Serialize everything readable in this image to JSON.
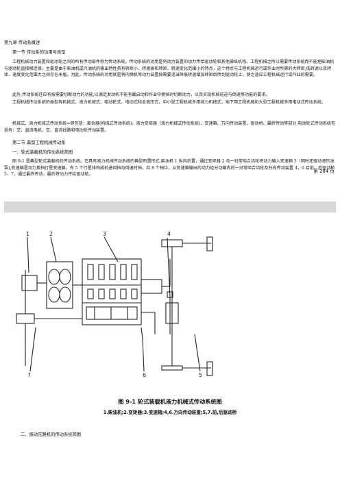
{
  "chapter_title": "第九章 传动系概述",
  "section1_title": "第一节 传动系的功用与类型",
  "para1": "工程机械动力装置和驱动轮之间的所有传动部件称为传动系统，传动系统的功用是将动力装置的动力传给驱动轮和其他操纵机构。工程机械之所以需要传动系统而不能把柴油机与驱动轮直接相连接，主要是由于柴油机或汽油机的输出特性具有转矩小、转速高和转矩、转速变化范围小的特点，这个特点与工程机械运行或作业时所需的大转矩,低转速以及转矩、速度变化范围大之间存在矛盾。为此，传动系统的功用就是将内燃机等动力装置按需要适当降低转速增加转矩后传到驱动轮上，使之适应工程机械运行或作业的需要。",
  "para2": "此外,传动系统还应有按需要切断动力的功能,以满足发动机不能有载启动和作业中换挡时切断动力，以及实现机械前进与倒退等功能的要求。",
  "para3": "工程机械传动系统的类型有机械式、液力机械式、电动轮式、电动式和全液压式，中小型工程机械多用液力机械式，地下用工程机械和大型工程机械多用电动式传动系统。",
  "para4": "机械式、液力机械式传动系统≈即包括：离合器(机械式传动系统)、液力变矩器（液力机械式传动系统)、变速箱、万向传动装置、驱动桥、最终传动等部分,电动轮式传动系统包括有：交、直流电机，交、直流线路和电动轮传动装置。",
  "section2_title": "第二节 典型工程机械传动系",
  "sub1_title": "一、轮式装载机的传动系统简图",
  "para5": "图 9-1 是典型轮式装载机的传动系统。它具有液力机械传动系统的典型布置形式,柴油机 1 纵向后置，通过变矩器 2 与一对常啮合齿轮将动力输入变速箱 3（同时还驱动液压油泵),变速箱是动力换挡行星变速箱，有 5 个行星排构成前进四挡与倒退时挡，共 8 个挡位，从变速箱输出的动力经分动箱内的一对常啮合齿轮及万向传动装置 4，6 给前、后驱动桥 5、7，通过最终传动，最后将动力传给驱动轮。",
  "page_number": "第 284 页",
  "figure": {
    "callouts": [
      "1",
      "2",
      "3",
      "4",
      "5",
      "6",
      "7"
    ],
    "caption_title": "图 9-1 轮式装载机液力机械式传动系统图",
    "caption_legend": "1.柴油机;2.变矩器;3.变速箱;4,6.万向传动装置;5,7.前,后驱动桥"
  },
  "sub2_title": "二、振动压路机的传动系统简图"
}
